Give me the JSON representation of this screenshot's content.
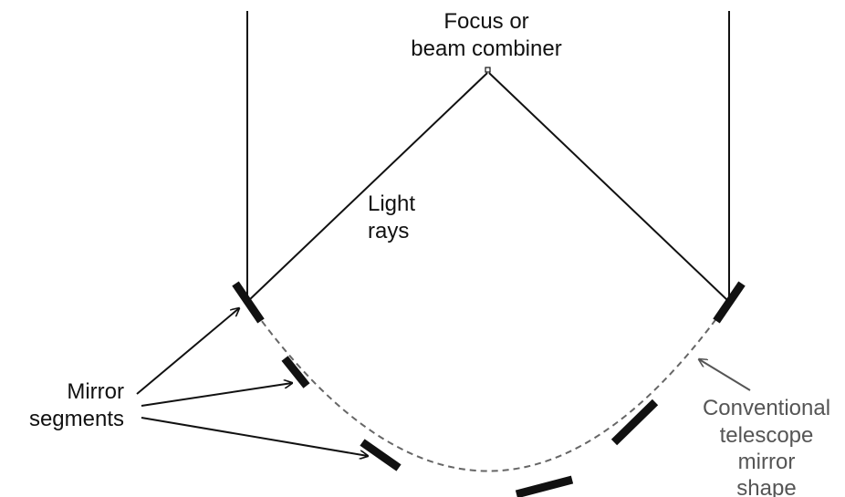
{
  "labels": {
    "focus_line1": "Focus or",
    "focus_line2": "beam combiner",
    "light_line1": "Light",
    "light_line2": "rays",
    "mirror_line1": "Mirror",
    "mirror_line2": "segments",
    "conventional_line1": "Conventional",
    "conventional_line2": "telescope",
    "conventional_line3": "mirror",
    "conventional_line4": "shape"
  },
  "colors": {
    "ink": "#111111",
    "dashed_curve": "#666666",
    "gray_label": "#555555",
    "background": "#ffffff"
  }
}
